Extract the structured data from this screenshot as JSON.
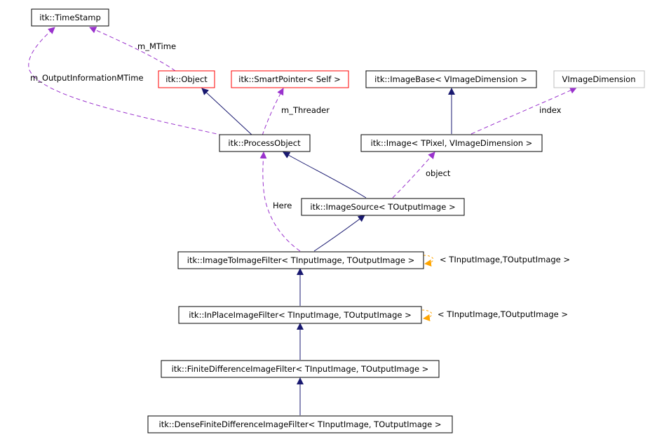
{
  "diagram": {
    "nodes": {
      "timestamp": {
        "label": "itk::TimeStamp",
        "border": "#000000"
      },
      "object": {
        "label": "itk::Object",
        "border": "#ff0000"
      },
      "smartpointer": {
        "label": "itk::SmartPointer< Self >",
        "border": "#ff0000"
      },
      "imagebase": {
        "label": "itk::ImageBase< VImageDimension >",
        "border": "#000000"
      },
      "vimagedimension": {
        "label": "VImageDimension",
        "border": "#bfbfbf"
      },
      "processobject": {
        "label": "itk::ProcessObject",
        "border": "#000000"
      },
      "image": {
        "label": "itk::Image< TPixel, VImageDimension >",
        "border": "#000000"
      },
      "imagesource": {
        "label": "itk::ImageSource< TOutputImage >",
        "border": "#000000"
      },
      "imagetoimagefilter": {
        "label": "itk::ImageToImageFilter< TInputImage, TOutputImage >",
        "border": "#000000"
      },
      "inplaceimagefilter": {
        "label": "itk::InPlaceImageFilter< TInputImage, TOutputImage >",
        "border": "#000000"
      },
      "finitedifferenceimagefilter": {
        "label": "itk::FiniteDifferenceImageFilter< TInputImage, TOutputImage >",
        "border": "#000000"
      },
      "densefinitedifferenceimagefilter": {
        "label": "itk::DenseFiniteDifferenceImageFilter< TInputImage, TOutputImage >",
        "border": "#000000",
        "fill": "#000000",
        "text": "#ffffff"
      }
    },
    "edge_labels": {
      "m_mtime": "m_MTime",
      "m_outputinformationmtime": "m_OutputInformationMTime",
      "m_threader": "m_Threader",
      "index": "index",
      "object": "object",
      "here": "Here",
      "template_imagetoimage": "< TInputImage,TOutputImage >",
      "template_inplace": "< TInputImage,TOutputImage >"
    },
    "colors": {
      "inheritance": "#191970",
      "usage": "#9a32cd",
      "template_instance": "#ffa500"
    }
  }
}
